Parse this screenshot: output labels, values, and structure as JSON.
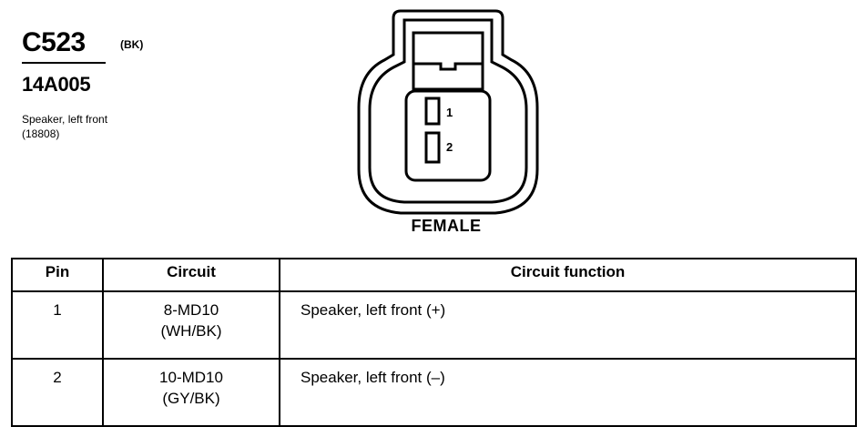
{
  "connector": {
    "id": "C523",
    "color_code": "(BK)",
    "part_number": "14A005",
    "description": "Speaker, left front",
    "reference": "(18808)",
    "gender": "FEMALE"
  },
  "pin_labels": [
    "1",
    "2"
  ],
  "table": {
    "headers": [
      "Pin",
      "Circuit",
      "Circuit function"
    ],
    "rows": [
      {
        "pin": "1",
        "circuit": "8-MD10",
        "color": "(WH/BK)",
        "function": "Speaker, left front  (+)"
      },
      {
        "pin": "2",
        "circuit": "10-MD10",
        "color": "(GY/BK)",
        "function": "Speaker, left front  (–)"
      }
    ]
  }
}
